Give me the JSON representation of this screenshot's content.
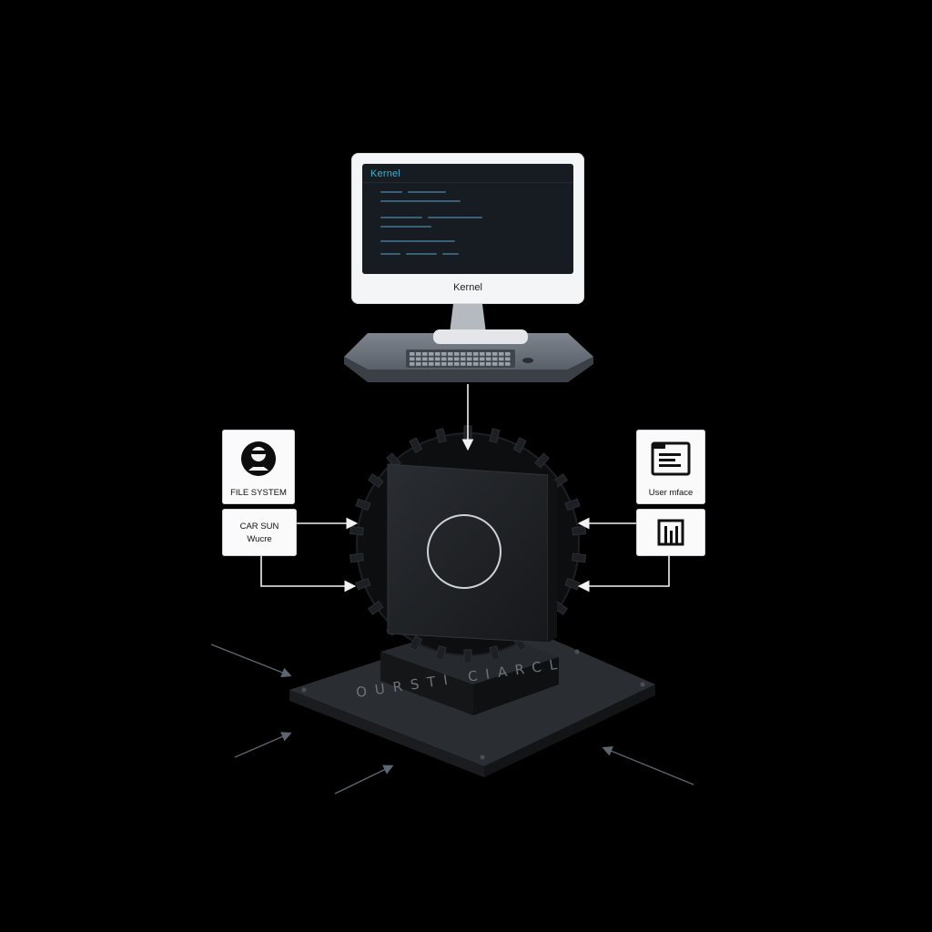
{
  "monitor": {
    "screen_title": "Kernel",
    "bezel_label": "Kernel"
  },
  "left_boxes": {
    "top_label": "FILE SYSTEM",
    "bottom_label_line1": "CAR SUN",
    "bottom_label_line2": "Wucre"
  },
  "right_boxes": {
    "top_label": "User mface"
  },
  "plate": {
    "label": "OURSTI CIARCL"
  },
  "icons": {
    "left_top": "person-avatar-icon",
    "right_top": "document-icon",
    "right_bottom": "chart-icon"
  },
  "colors": {
    "background": "#000000",
    "accent_text": "#3fb3d0",
    "box_fill": "#fafafa",
    "cube_fill": "#1f2226"
  }
}
